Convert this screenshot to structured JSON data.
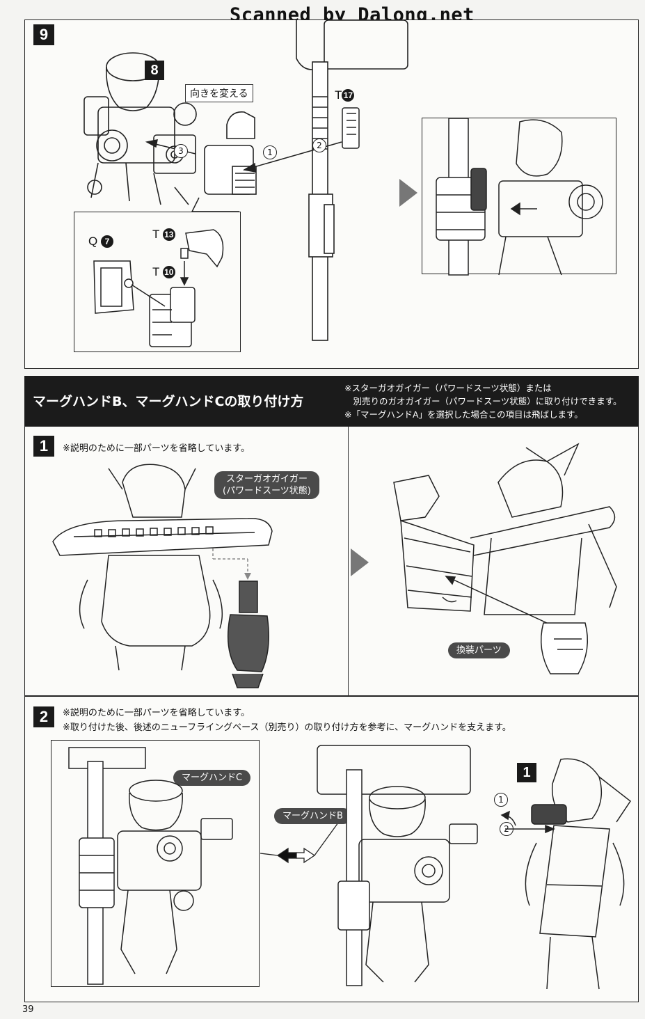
{
  "watermark": "Scanned by Dalong.net",
  "page_number": "39",
  "step9": {
    "number": "9",
    "sub_number": "8",
    "callout": "向きを変える",
    "parts": {
      "t17": {
        "letter": "T",
        "num": "17"
      },
      "q7": {
        "letter": "Q",
        "num": "7"
      },
      "t13": {
        "letter": "T",
        "num": "13"
      },
      "t10": {
        "letter": "T",
        "num": "10"
      }
    },
    "order": [
      "1",
      "2",
      "3"
    ]
  },
  "section": {
    "title": "マーグハンドB、マーグハンドCの取り付け方",
    "notes": [
      "※スターガオガイガー（パワードスーツ状態）または",
      "　別売りのガオガイガー（パワードスーツ状態）に取り付けできます。",
      "※「マーグハンドA」を選択した場合この項目は飛ばします。"
    ]
  },
  "step1": {
    "number": "1",
    "note": "※説明のために一部パーツを省略しています。",
    "label_star": [
      "スターガオガイガー",
      "(パワードスーツ状態)"
    ],
    "label_swap": "換装パーツ"
  },
  "step2": {
    "number": "2",
    "notes": [
      "※説明のために一部パーツを省略しています。",
      "※取り付けた後、後述のニューフライングベース（別売り）の取り付け方を参考に、マーグハンドを支えます。"
    ],
    "label_c": "マーグハンドC",
    "label_b": "マーグハンドB",
    "ref_number": "1",
    "order": [
      "1",
      "2"
    ]
  },
  "colors": {
    "dark": "#1b1b1b",
    "pill": "#4a4a4a",
    "arrow": "#777777"
  }
}
